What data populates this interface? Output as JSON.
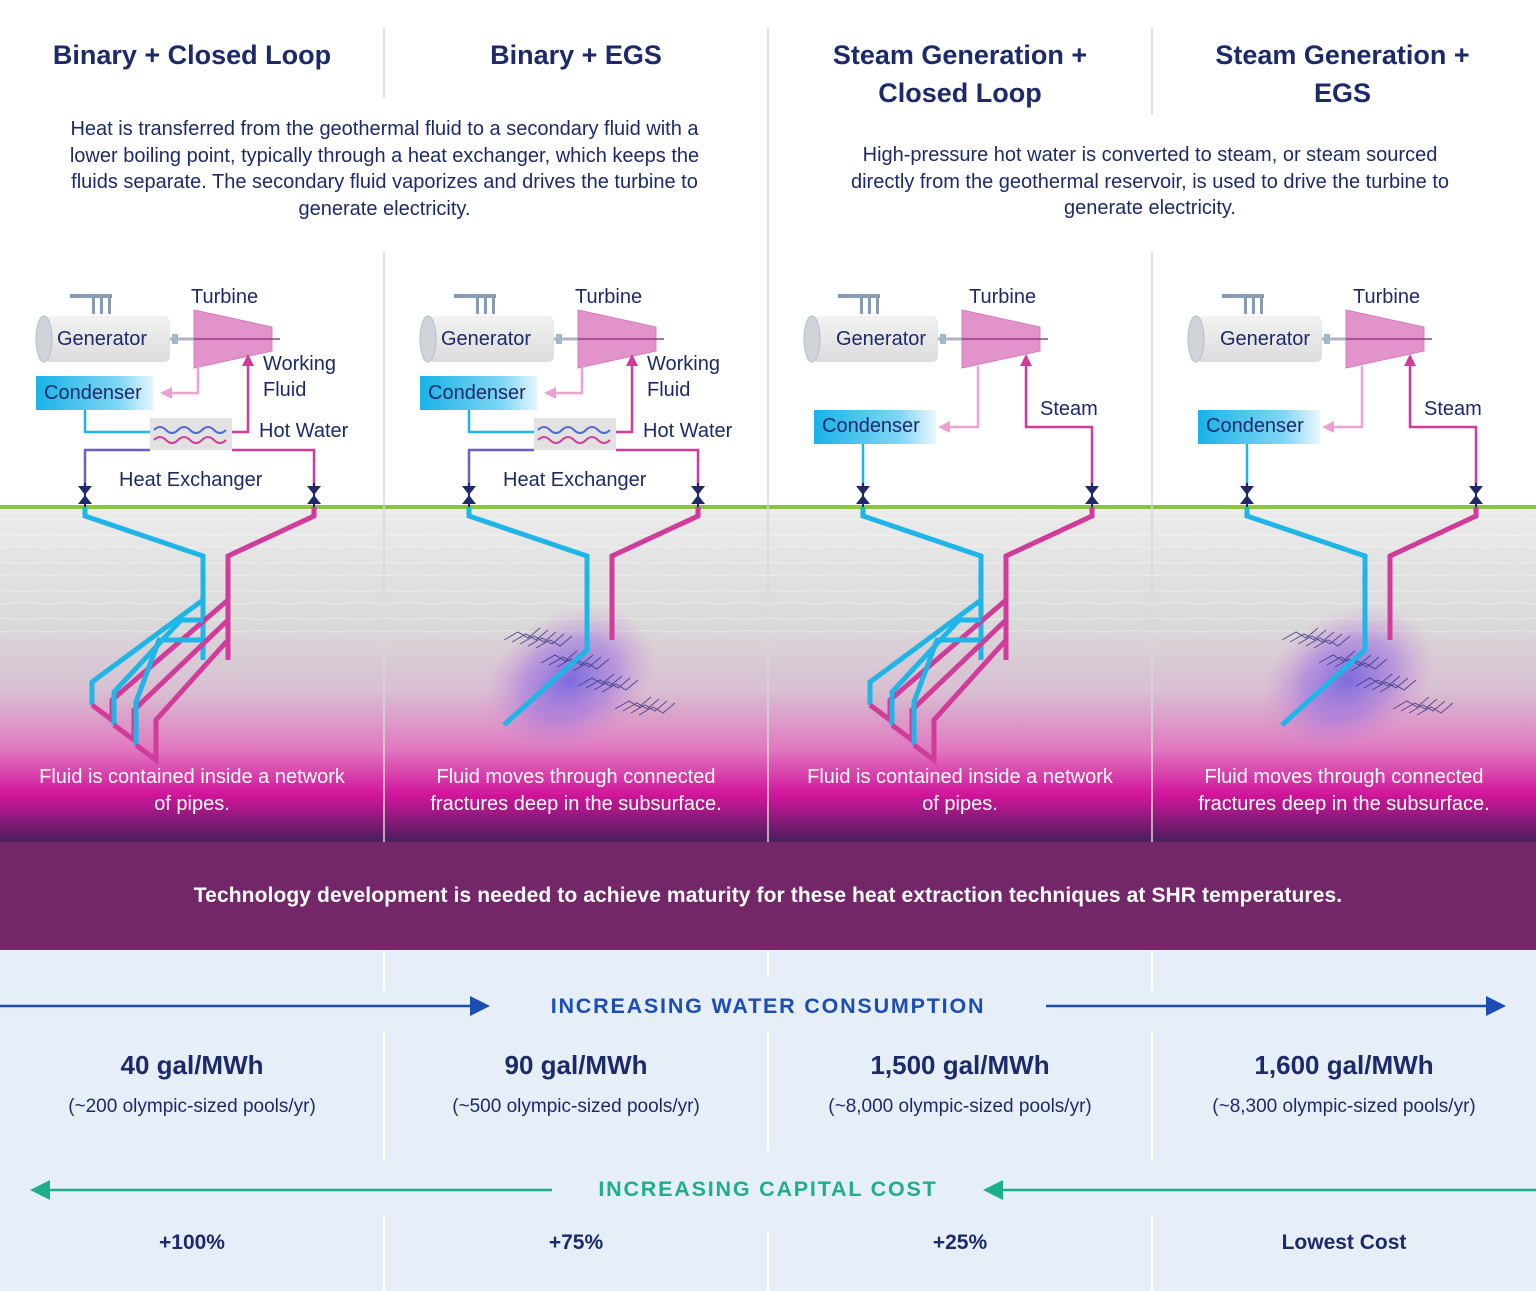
{
  "columns": [
    {
      "title": "Binary + Closed Loop",
      "subsurface": "Fluid is contained inside a network of pipes.",
      "water_value": "40 gal/MWh",
      "water_note": "(~200 olympic-sized pools/yr)",
      "cost": "+100%"
    },
    {
      "title": "Binary + EGS",
      "subsurface": "Fluid moves through connected fractures deep in the subsurface.",
      "water_value": "90 gal/MWh",
      "water_note": "(~500 olympic-sized pools/yr)",
      "cost": "+75%"
    },
    {
      "title": "Steam Generation + Closed Loop",
      "subsurface": "Fluid is contained inside a network of pipes.",
      "water_value": "1,500 gal/MWh",
      "water_note": "(~8,000 olympic-sized pools/yr)",
      "cost": "+25%"
    },
    {
      "title": "Steam Generation + EGS",
      "subsurface": "Fluid moves through connected fractures deep in the subsurface.",
      "water_value": "1,600 gal/MWh",
      "water_note": "(~8,300 olympic-sized pools/yr)",
      "cost": "Lowest Cost"
    }
  ],
  "binary_description": "Heat is transferred from the geothermal fluid to a secondary fluid with a lower boiling point, typically through a heat exchanger, which keeps the fluids separate. The secondary fluid vaporizes and drives the turbine to generate electricity.",
  "steam_description": "High-pressure hot water is converted to steam, or steam sourced directly from the geothermal reservoir, is used to drive the turbine to generate electricity.",
  "labels": {
    "turbine": "Turbine",
    "generator": "Generator",
    "condenser": "Condenser",
    "working_fluid_1": "Working",
    "working_fluid_2": "Fluid",
    "hot_water": "Hot Water",
    "heat_exchanger": "Heat Exchanger",
    "steam": "Steam"
  },
  "banner": "Technology development is needed to achieve maturity for these heat extraction techniques at SHR temperatures.",
  "water_heading": "INCREASING WATER CONSUMPTION",
  "cost_heading": "INCREASING CAPITAL COST",
  "colors": {
    "navy": "#1c2a6b",
    "cyan": "#1fb5e6",
    "magenta": "#d13b9a",
    "ground_line": "#8cc63f",
    "banner": "#732668",
    "water_arrow": "#1b4db3",
    "cost_arrow": "#1fae8a",
    "bottom_bg": "#e6eef8"
  }
}
